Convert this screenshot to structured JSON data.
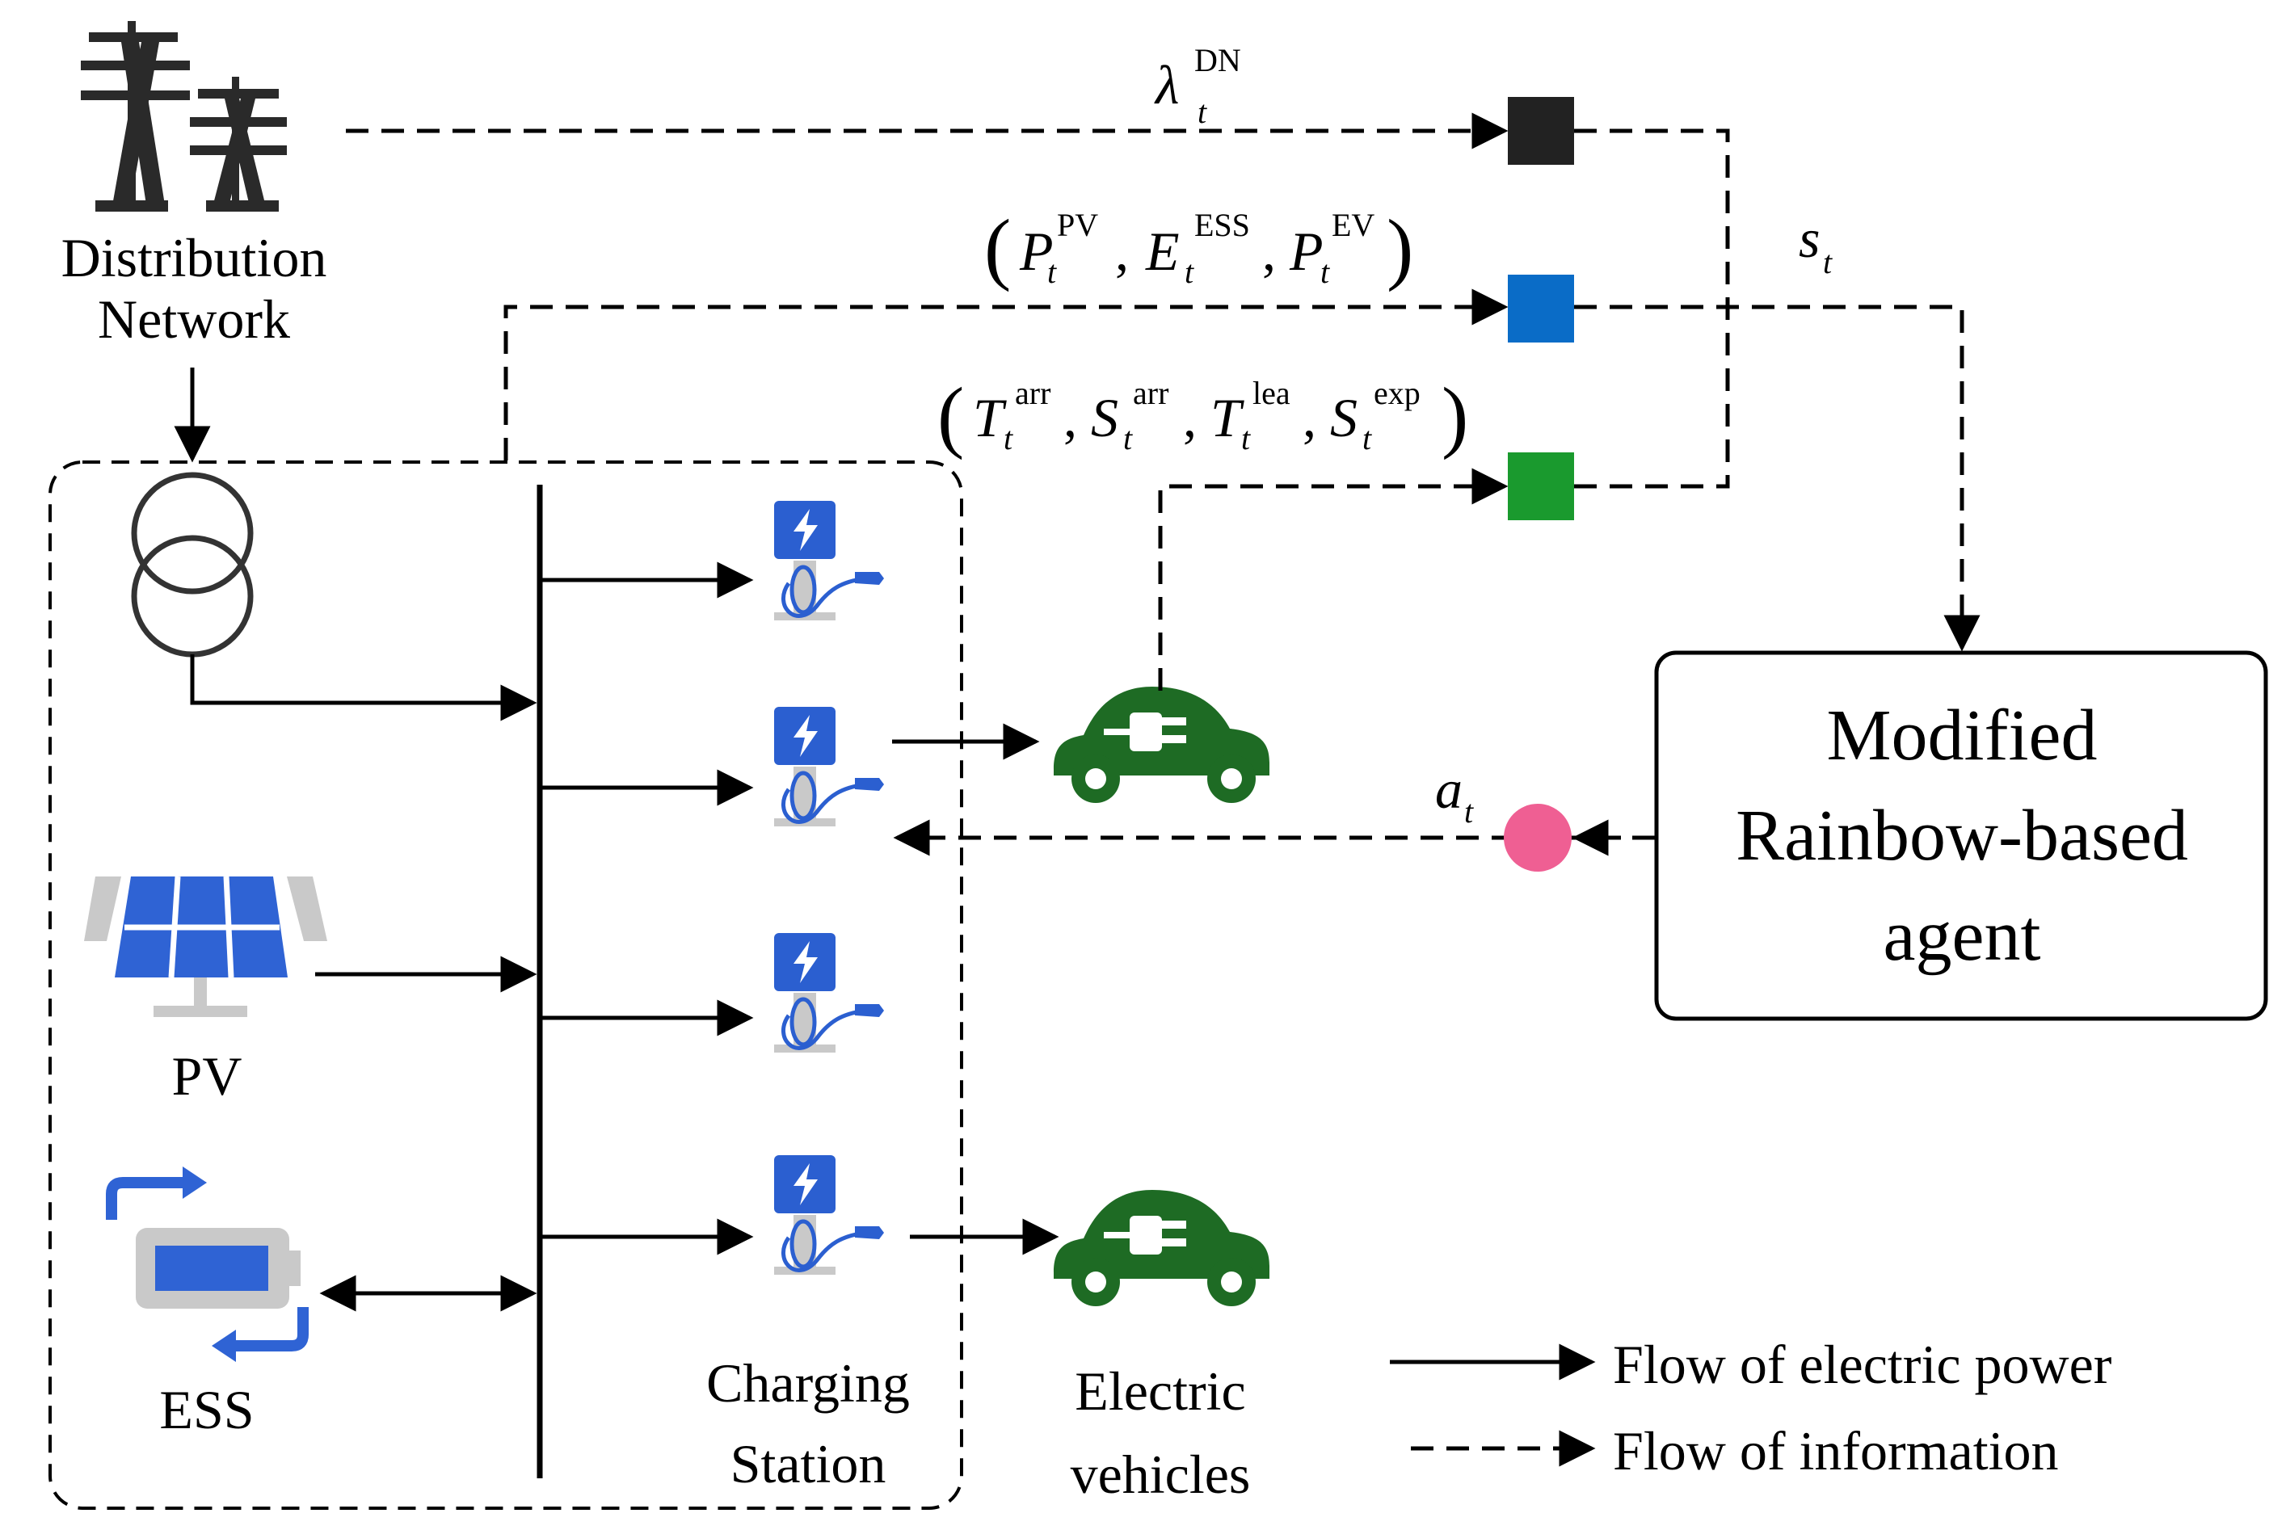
{
  "nodes": {
    "distribution_network": [
      "Distribution",
      "Network"
    ],
    "pv": "PV",
    "ess": "ESS",
    "charging_station": [
      "Charging",
      "Station"
    ],
    "electric_vehicles": [
      "Electric",
      "vehicles"
    ],
    "agent": [
      "Modified",
      "Rainbow-based",
      "agent"
    ]
  },
  "signals": {
    "price": {
      "sym": "λ",
      "sub": "t",
      "sup": "DN"
    },
    "energy": {
      "open": "(",
      "close": ")",
      "sep": ",",
      "terms": [
        {
          "sym": "P",
          "sub": "t",
          "sup": "PV"
        },
        {
          "sym": "E",
          "sub": "t",
          "sup": "ESS"
        },
        {
          "sym": "P",
          "sub": "t",
          "sup": "EV"
        }
      ]
    },
    "ev_info": {
      "open": "(",
      "close": ")",
      "sep": ",",
      "terms": [
        {
          "sym": "T",
          "sub": "t",
          "sup": "arr"
        },
        {
          "sym": "S",
          "sub": "t",
          "sup": "arr"
        },
        {
          "sym": "T",
          "sub": "t",
          "sup": "lea"
        },
        {
          "sym": "S",
          "sub": "t",
          "sup": "exp"
        }
      ]
    },
    "state": {
      "sym": "s",
      "sub": "t"
    },
    "action": {
      "sym": "a",
      "sub": "t"
    }
  },
  "legend": {
    "power": "Flow of electric power",
    "info": "Flow of information"
  },
  "colors": {
    "price_box": "#222222",
    "energy_box": "#0a6cc7",
    "ev_box": "#1a9a2e",
    "action_dot": "#ef5f93",
    "charger_blue": "#2b5fd0",
    "ev_green": "#1e6b24",
    "panel_blue": "#2f63d4"
  },
  "icons": [
    "transmission-tower-icon",
    "transformer-icon",
    "solar-panel-icon",
    "battery-icon",
    "charger-icon",
    "electric-car-icon"
  ]
}
